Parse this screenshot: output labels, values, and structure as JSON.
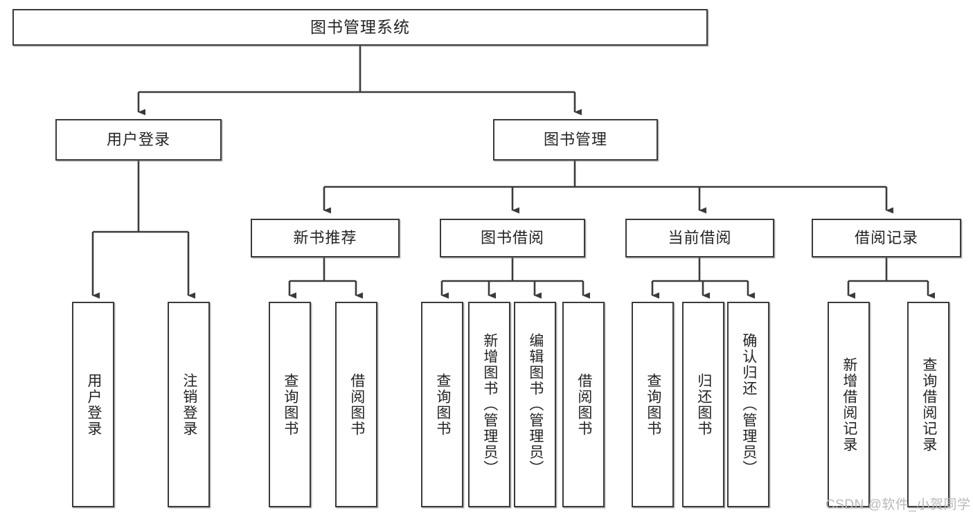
{
  "diagram": {
    "title": "图书管理系统",
    "type": "功能结构图",
    "watermark": "CSDN @软件_小贺同学",
    "colors": {
      "stroke": "#3a3a3a",
      "fill": "#ffffff",
      "text": "#232323",
      "watermark": "#b9b9b9"
    },
    "nodes": {
      "root": {
        "label": "图书管理系统"
      },
      "level2": [
        {
          "id": "user-login",
          "label": "用户登录"
        },
        {
          "id": "book-manage",
          "label": "图书管理"
        }
      ],
      "level3": [
        {
          "id": "new-book-recommend",
          "label": "新书推荐"
        },
        {
          "id": "book-borrow",
          "label": "图书借阅"
        },
        {
          "id": "current-borrow",
          "label": "当前借阅"
        },
        {
          "id": "borrow-record",
          "label": "借阅记录"
        }
      ],
      "leaves": {
        "user-login": [
          {
            "id": "leaf-user-login",
            "label": "用户登录"
          },
          {
            "id": "leaf-logout",
            "label": "注销登录"
          }
        ],
        "new-book-recommend": [
          {
            "id": "leaf-query-book-1",
            "label": "查询图书"
          },
          {
            "id": "leaf-borrow-book-1",
            "label": "借阅图书"
          }
        ],
        "book-borrow": [
          {
            "id": "leaf-query-book-2",
            "label": "查询图书"
          },
          {
            "id": "leaf-add-book",
            "label": "新增图书（管理员）"
          },
          {
            "id": "leaf-edit-book",
            "label": "编辑图书（管理员）"
          },
          {
            "id": "leaf-borrow-book-2",
            "label": "借阅图书"
          }
        ],
        "current-borrow": [
          {
            "id": "leaf-query-book-3",
            "label": "查询图书"
          },
          {
            "id": "leaf-return-book",
            "label": "归还图书"
          },
          {
            "id": "leaf-confirm-return",
            "label": "确认归还（管理员）"
          }
        ],
        "borrow-record": [
          {
            "id": "leaf-add-record",
            "label": "新增借阅记录"
          },
          {
            "id": "leaf-query-record",
            "label": "查询借阅记录"
          }
        ]
      }
    }
  }
}
